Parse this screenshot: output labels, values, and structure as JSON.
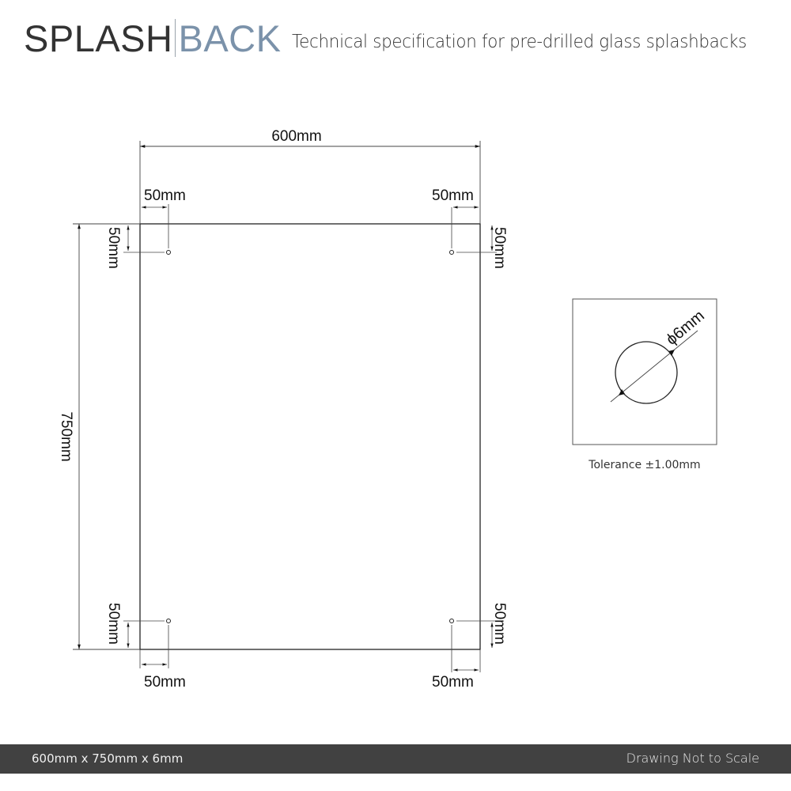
{
  "header": {
    "logo_part1": "SPLASH",
    "logo_part2": "BACK",
    "subtitle": "Technical specification for pre-drilled glass splashbacks",
    "colors": {
      "logo_dark": "#333333",
      "logo_accent": "#7b92aa"
    }
  },
  "drawing": {
    "width_label": "600mm",
    "height_label": "750mm",
    "offset_labels": {
      "top_left_horizontal": "50mm",
      "top_right_horizontal": "50mm",
      "top_left_vertical": "50mm",
      "top_right_vertical": "50mm",
      "bottom_left_vertical": "50mm",
      "bottom_right_vertical": "50mm",
      "bottom_left_horizontal": "50mm",
      "bottom_right_horizontal": "50mm"
    },
    "hole_count": 4
  },
  "detail": {
    "diameter_label": "ϕ6mm",
    "tolerance": "Tolerance ±1.00mm"
  },
  "footer": {
    "dimensions": "600mm x 750mm x 6mm",
    "note": "Drawing Not to Scale",
    "background": "#414141"
  }
}
